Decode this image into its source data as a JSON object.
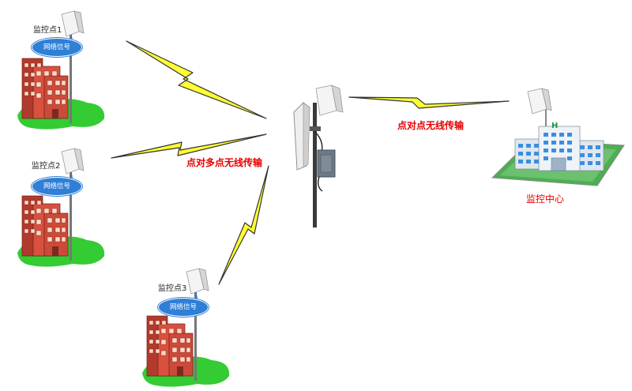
{
  "sites": [
    {
      "label": "监控点1",
      "signal": "网络信号"
    },
    {
      "label": "监控点2",
      "signal": "网络信号"
    },
    {
      "label": "监控点3",
      "signal": "网络信号"
    }
  ],
  "links": {
    "multipoint_label": "点对多点无线传输",
    "p2p_label": "点对点无线传输"
  },
  "center": {
    "label": "监控中心",
    "sign": "H"
  },
  "colors": {
    "bolt_fill": "#ffff33",
    "bolt_stroke": "#333333",
    "brick": "#cc4a3a",
    "grass": "#33cc33",
    "label_red": "#e60000",
    "cloud_blue": "#2f7fd6"
  }
}
